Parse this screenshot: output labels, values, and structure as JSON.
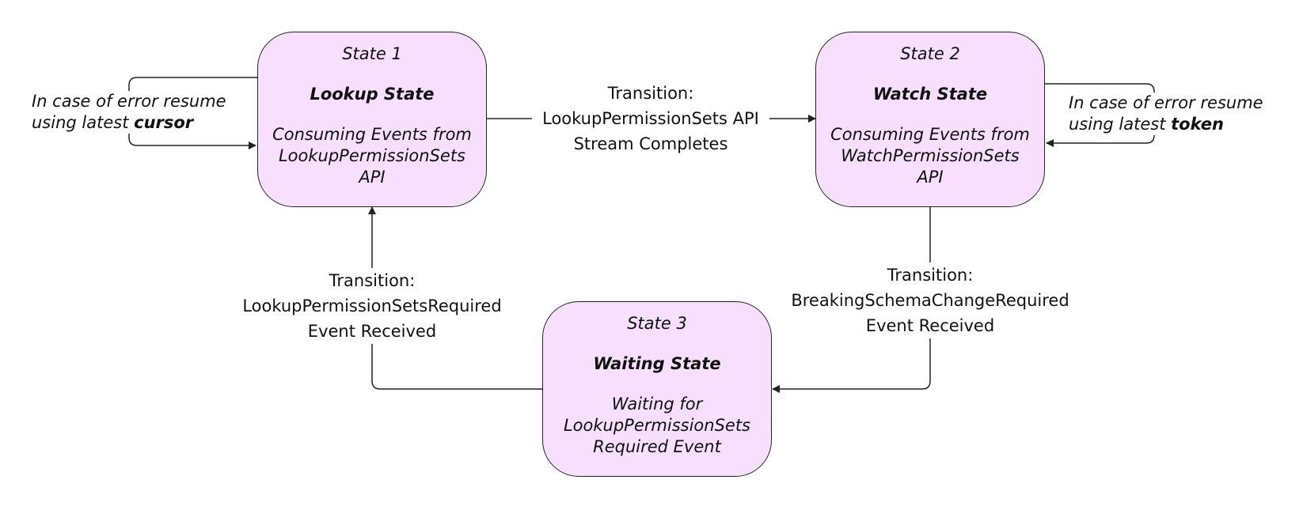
{
  "colors": {
    "state_fill": "#f7dffd",
    "stroke": "#222222"
  },
  "states": [
    {
      "number": "State 1",
      "title": "Lookup State",
      "description": [
        "Consuming Events from",
        "LookupPermissionSets",
        "API"
      ]
    },
    {
      "number": "State 2",
      "title": "Watch State",
      "description": [
        "Consuming Events from",
        "WatchPermissionSets",
        "API"
      ]
    },
    {
      "number": "State 3",
      "title": "Waiting State",
      "description": [
        "Waiting for",
        "LookupPermissionSets",
        "Required Event"
      ]
    }
  ],
  "transitions": [
    {
      "lines": [
        "Transition:",
        "LookupPermissionSets API",
        "Stream Completes"
      ]
    },
    {
      "lines": [
        "Transition:",
        "BreakingSchemaChangeRequired",
        "Event Received"
      ]
    },
    {
      "lines": [
        "Transition:",
        "LookupPermissionSetsRequired",
        "Event Received"
      ]
    }
  ],
  "notes": [
    {
      "line1": "In case of error resume",
      "line2_prefix": "using latest",
      "line2_bold": "cursor"
    },
    {
      "line1": "In case of error resume",
      "line2_prefix": "using latest",
      "line2_bold": "token"
    }
  ]
}
